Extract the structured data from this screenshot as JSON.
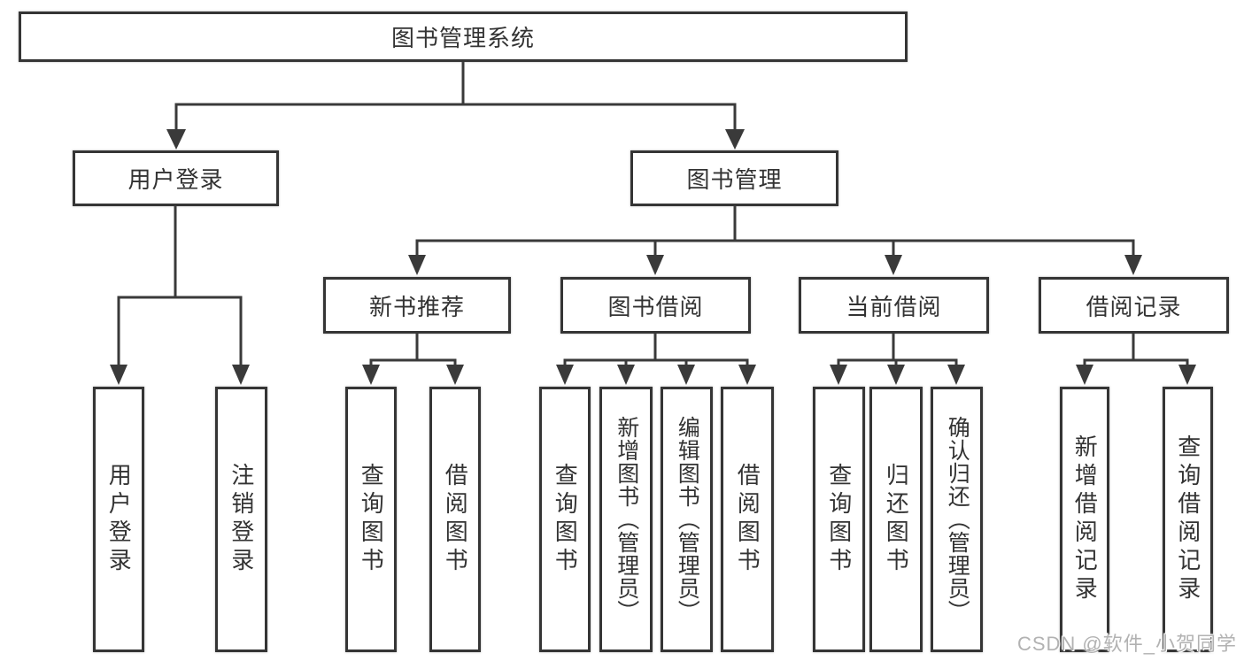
{
  "diagram": {
    "root": {
      "label": "图书管理系统",
      "children": [
        {
          "label": "用户登录",
          "children": [
            {
              "label": "用户登录"
            },
            {
              "label": "注销登录"
            }
          ]
        },
        {
          "label": "图书管理",
          "children": [
            {
              "label": "新书推荐",
              "children": [
                {
                  "label": "查询图书"
                },
                {
                  "label": "借阅图书"
                }
              ]
            },
            {
              "label": "图书借阅",
              "children": [
                {
                  "label": "查询图书"
                },
                {
                  "label": "新增图书（管理员）"
                },
                {
                  "label": "编辑图书（管理员）"
                },
                {
                  "label": "借阅图书"
                }
              ]
            },
            {
              "label": "当前借阅",
              "children": [
                {
                  "label": "查询图书"
                },
                {
                  "label": "归还图书"
                },
                {
                  "label": "确认归还（管理员）"
                }
              ]
            },
            {
              "label": "借阅记录",
              "children": [
                {
                  "label": "新增借阅记录"
                },
                {
                  "label": "查询借阅记录"
                }
              ]
            }
          ]
        }
      ]
    }
  },
  "watermark": {
    "text": "CSDN @软件_小贺同学"
  },
  "colors": {
    "line": "#3a3a3a",
    "box_border": "#353535",
    "text": "#333333",
    "watermark": "#b2b2b2",
    "background": "#ffffff"
  }
}
